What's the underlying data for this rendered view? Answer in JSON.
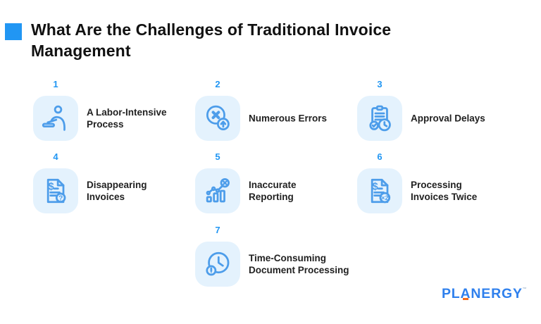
{
  "header": {
    "title": "What Are the Challenges of Traditional Invoice\nManagement",
    "accent_color": "#2196F3"
  },
  "items": [
    {
      "number": "1",
      "label": "A Labor-Intensive\nProcess",
      "icon": "working-person-icon"
    },
    {
      "number": "2",
      "label": "Numerous Errors",
      "icon": "error-cross-upload-icon"
    },
    {
      "number": "3",
      "label": "Approval Delays",
      "icon": "clipboard-check-clock-icon"
    },
    {
      "number": "4",
      "label": "Disappearing\nInvoices",
      "icon": "invoice-question-icon"
    },
    {
      "number": "5",
      "label": "Inaccurate\nReporting",
      "icon": "chart-error-icon"
    },
    {
      "number": "6",
      "label": "Processing\nInvoices Twice",
      "icon": "invoice-x2-icon"
    },
    {
      "number": "7",
      "label": "Time-Consuming\nDocument Processing",
      "icon": "clock-alert-icon"
    }
  ],
  "footer": {
    "brand_pl": "PL",
    "brand_a": "A",
    "brand_rest": "NERGY",
    "trademark": "™"
  },
  "colors": {
    "accent_blue": "#2196F3",
    "tile_background": "#E4F2FD",
    "icon_stroke": "#4D9DEA",
    "title_text": "#111111",
    "label_text": "#212121",
    "brand_blue": "#2F80ED",
    "brand_orange": "#F26B1D"
  }
}
